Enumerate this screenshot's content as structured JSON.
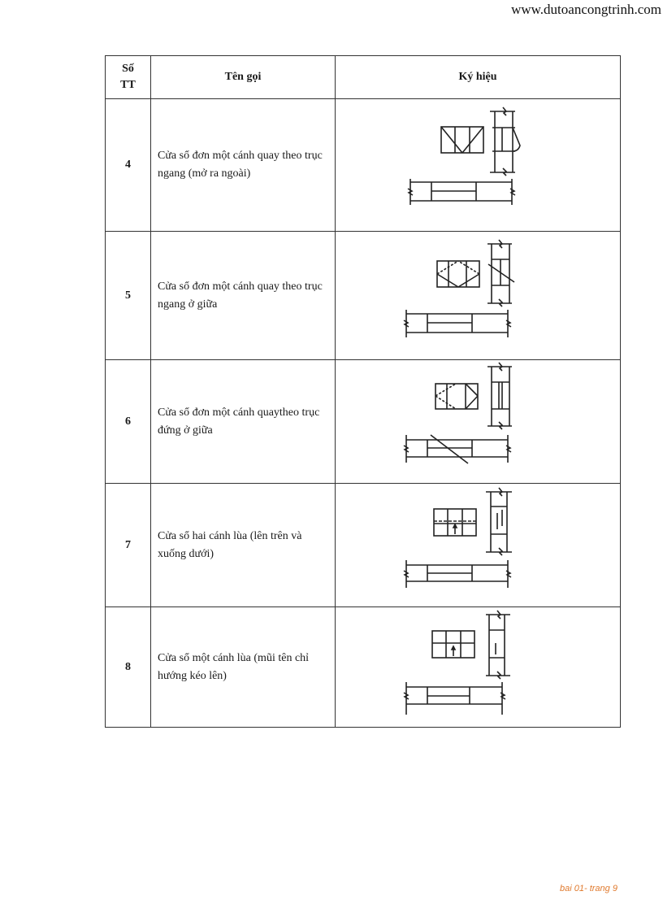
{
  "header": {
    "site_url": "www.dutoancongtrinh.com"
  },
  "table": {
    "columns": {
      "no_line1": "Số",
      "no_line2": "TT",
      "name": "Tên gọi",
      "symbol": "Ký hiệu"
    },
    "rows": [
      {
        "no": "4",
        "name": "Cửa sổ đơn một cánh quay theo trục ngang (mở ra ngoài)",
        "symbol_icon": "window-single-top-hung-outward-symbol"
      },
      {
        "no": "5",
        "name": "Cửa sổ đơn một cánh quay theo trục ngang ở giữa",
        "symbol_icon": "window-single-horizontal-pivot-center-symbol"
      },
      {
        "no": "6",
        "name": "Cửa sổ đơn một cánh quaytheo trục đứng ở giữa",
        "symbol_icon": "window-single-vertical-pivot-center-symbol"
      },
      {
        "no": "7",
        "name": "Cửa sổ hai cánh lùa (lên trên và xuống dưới)",
        "symbol_icon": "window-double-hung-sliding-symbol"
      },
      {
        "no": "8",
        "name": "Cửa sổ một cánh lùa (mũi tên chỉ hướng kéo lên)",
        "symbol_icon": "window-single-sliding-up-symbol"
      }
    ]
  },
  "footer": {
    "page_label": "bai 01- trang 9",
    "color": "#e07a2e"
  }
}
